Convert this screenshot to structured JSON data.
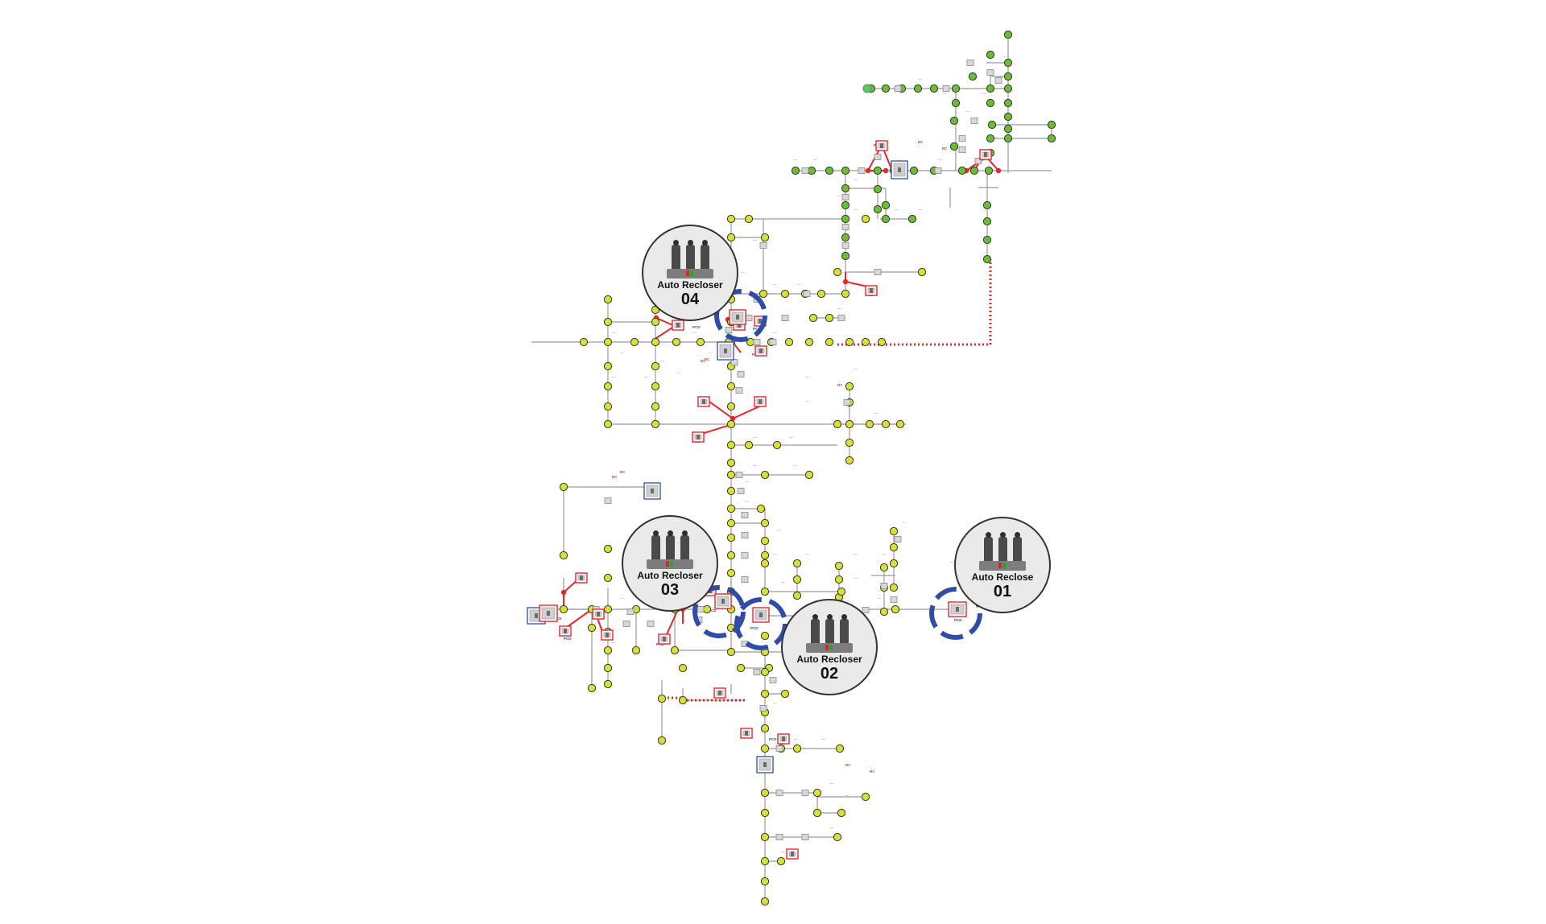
{
  "callouts": [
    {
      "id": "04",
      "title": "Auto Recloser",
      "number": "04"
    },
    {
      "id": "03",
      "title": "Auto Recloser",
      "number": "03"
    },
    {
      "id": "02",
      "title": "Auto Recloser",
      "number": "02"
    },
    {
      "id": "01",
      "title": "Auto Reclose",
      "number": "01"
    }
  ],
  "colors": {
    "green_node": "#6dbb3c",
    "yellow_node": "#d8df3a",
    "node_stroke": "#2f3a17",
    "line": "#9b9b9b",
    "red_link": "#e8262a",
    "ring": "#2f4da8",
    "device_border_red": "#e8262a",
    "device_border_blue": "#3c5aa8"
  }
}
